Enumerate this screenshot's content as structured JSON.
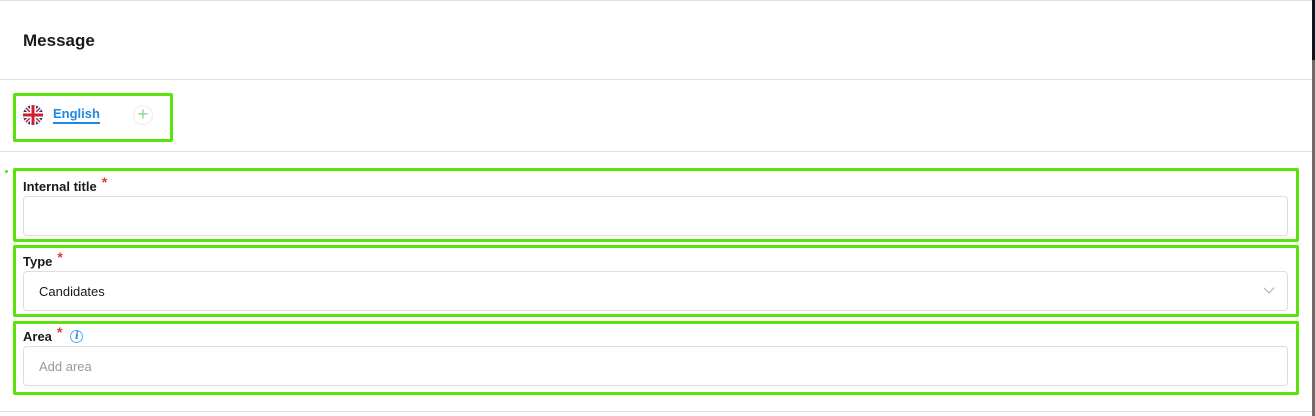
{
  "header": {
    "title": "Message"
  },
  "languages": {
    "items": [
      {
        "label": "English",
        "flag": "uk-flag-icon"
      }
    ],
    "add_icon": "plus-icon"
  },
  "form": {
    "internal_title": {
      "label": "Internal title",
      "required_mark": "*",
      "value": ""
    },
    "type": {
      "label": "Type",
      "required_mark": "*",
      "value": "Candidates"
    },
    "area": {
      "label": "Area",
      "required_mark": "*",
      "info": "i",
      "placeholder": "Add area"
    }
  },
  "colors": {
    "highlight": "#59e30a",
    "link": "#1e88e5",
    "required": "#e53935"
  }
}
